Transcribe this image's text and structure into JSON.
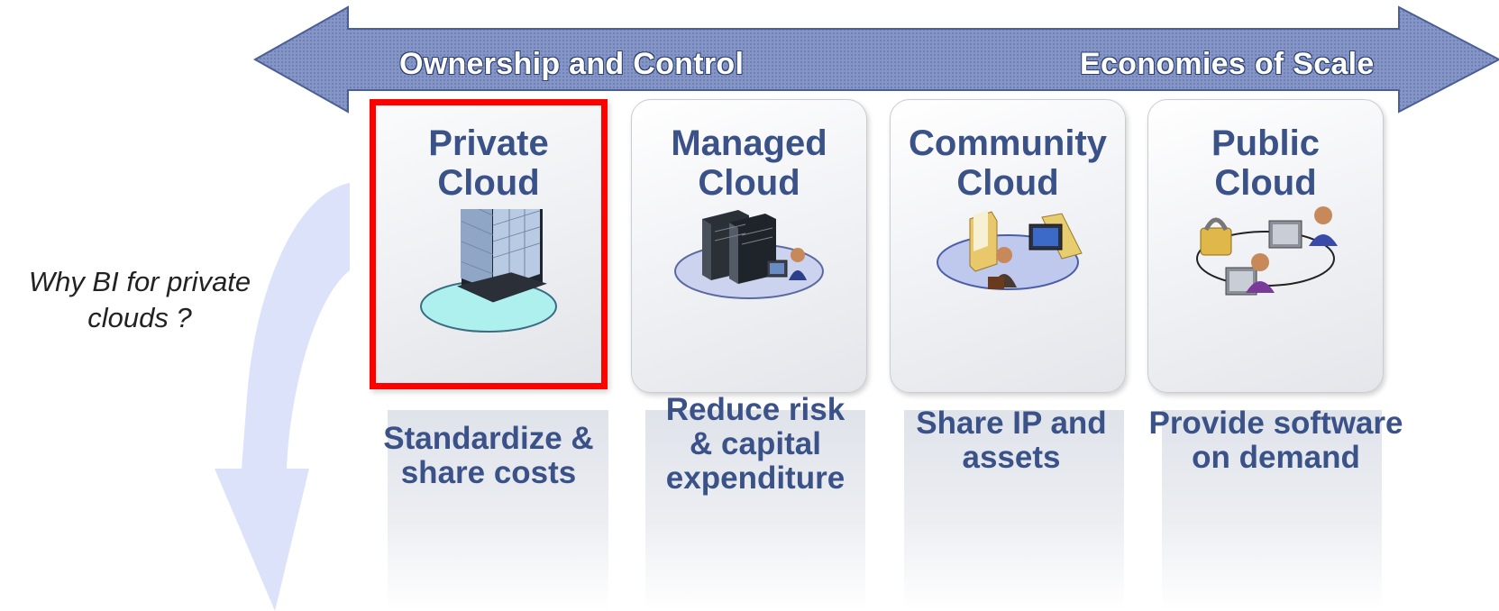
{
  "arrow": {
    "left_label": "Ownership and Control",
    "right_label": "Economies of Scale",
    "fill_color": "#7f8fbf",
    "edge_color": "#4a5f95"
  },
  "question": {
    "line1": "Why BI for private",
    "line2": "clouds ?"
  },
  "curve_arrow_color": "#dde2fb",
  "cards": [
    {
      "title_line1": "Private",
      "title_line2": "Cloud",
      "icon": "office-building-icon",
      "caption_lines": [
        "Standardize &",
        "share costs"
      ],
      "selected": true
    },
    {
      "title_line1": "Managed",
      "title_line2": "Cloud",
      "icon": "server-rack-icon",
      "caption_lines": [
        "Reduce risk",
        "& capital",
        "expenditure"
      ],
      "selected": false
    },
    {
      "title_line1": "Community",
      "title_line2": "Cloud",
      "icon": "shared-folders-icon",
      "caption_lines": [
        "Share IP and",
        "assets"
      ],
      "selected": false
    },
    {
      "title_line1": "Public",
      "title_line2": "Cloud",
      "icon": "secure-network-icon",
      "caption_lines": [
        "Provide software",
        "on demand"
      ],
      "selected": false
    }
  ],
  "highlight_color": "#ff0000",
  "title_color": "#3a5288"
}
